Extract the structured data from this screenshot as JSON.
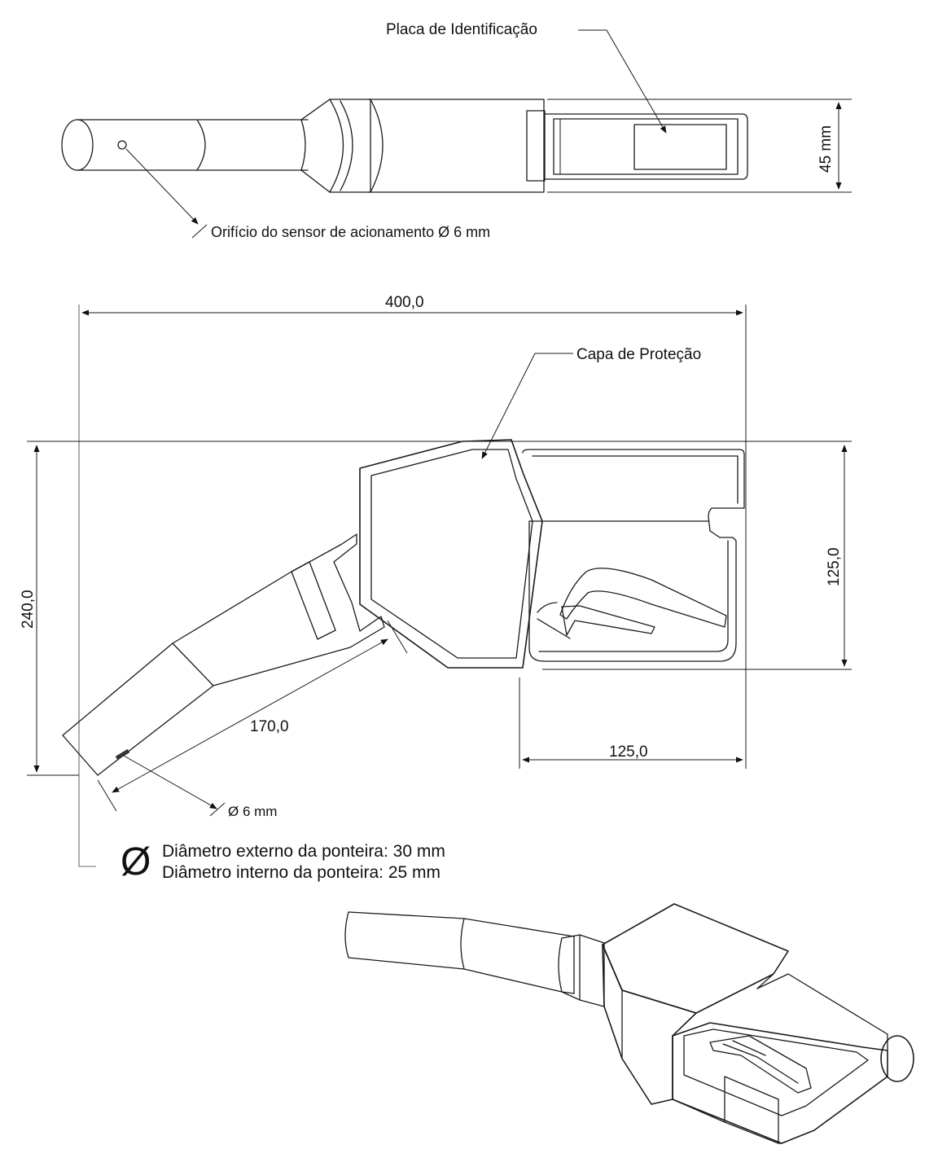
{
  "labels": {
    "plate": "Placa de Identificação",
    "sensor_hole": "Orifício do sensor de acionamento Ø 6 mm",
    "width_45": "45 mm",
    "length_400": "400,0",
    "cover": "Capa de Proteção",
    "height_240": "240,0",
    "height_125": "125,0",
    "spout_170": "170,0",
    "handle_125": "125,0",
    "hole_6": "Ø 6 mm",
    "diameter_symbol": "Ø",
    "outer_diameter": "Diâmetro externo da ponteira: 30 mm",
    "inner_diameter": "Diâmetro interno da ponteira: 25 mm"
  }
}
